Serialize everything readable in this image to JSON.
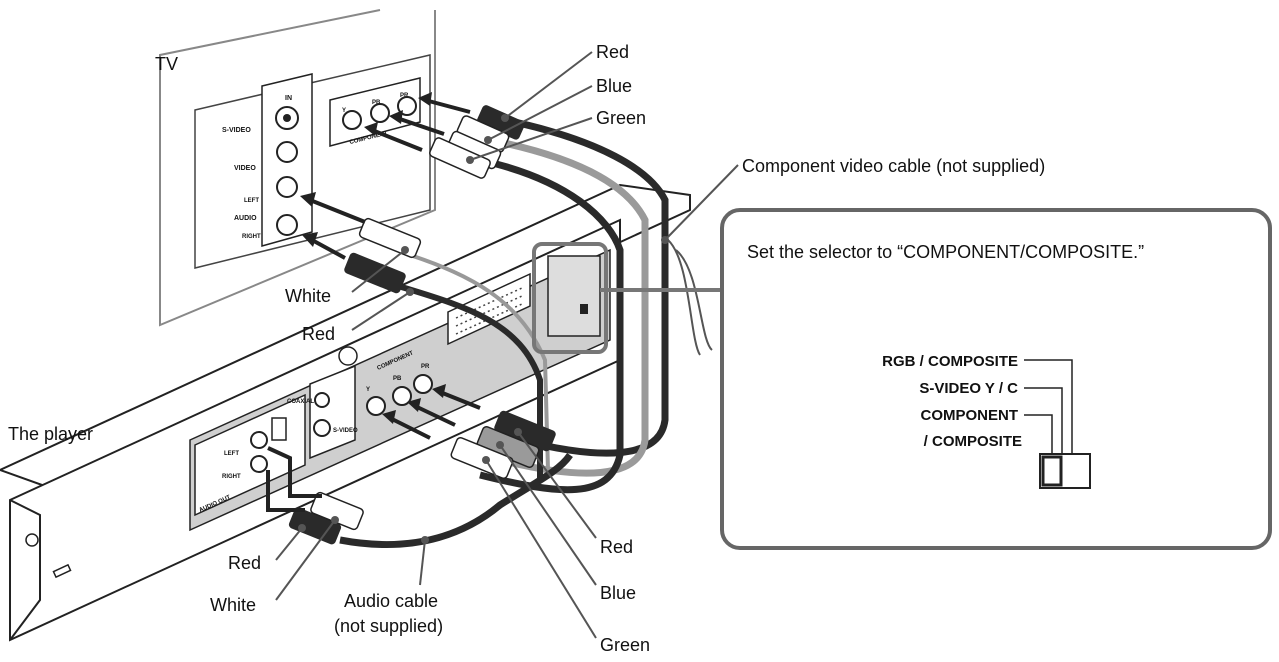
{
  "labels": {
    "tv": "TV",
    "player": "The player",
    "component_cable": "Component video cable (not supplied)",
    "audio_cable_line1": "Audio cable",
    "audio_cable_line2": "(not supplied)",
    "tv_red": "Red",
    "tv_blue": "Blue",
    "tv_green": "Green",
    "tv_audio_white": "White",
    "tv_audio_red": "Red",
    "player_red": "Red",
    "player_blue": "Blue",
    "player_green": "Green",
    "player_audio_red": "Red",
    "player_audio_white": "White"
  },
  "tv_panel": {
    "in": "IN",
    "s_video": "S-VIDEO",
    "video": "VIDEO",
    "left": "LEFT",
    "audio": "AUDIO",
    "right": "RIGHT",
    "y": "Y",
    "pb": "PB",
    "pr": "PR",
    "component": "COMPONENT"
  },
  "player_panel": {
    "component": "COMPONENT",
    "y": "Y",
    "pb": "PB",
    "pr": "PR",
    "coaxial": "COAXIAL",
    "left": "LEFT",
    "right": "RIGHT",
    "audio_out": "AUDIO OUT",
    "s_video": "S-VIDEO"
  },
  "callout": {
    "instruction": "Set the selector to “COMPONENT/COMPOSITE.”",
    "options": [
      "RGB / COMPOSITE",
      "S-VIDEO  Y / C",
      "COMPONENT",
      "/ COMPOSITE"
    ]
  },
  "colors": {
    "line": "#222222",
    "leader": "#555555",
    "panel_gray": "#cfcfcf",
    "cable_dark": "#2a2a2a",
    "cable_gray": "#9a9a9a",
    "callout_border": "#666666"
  }
}
